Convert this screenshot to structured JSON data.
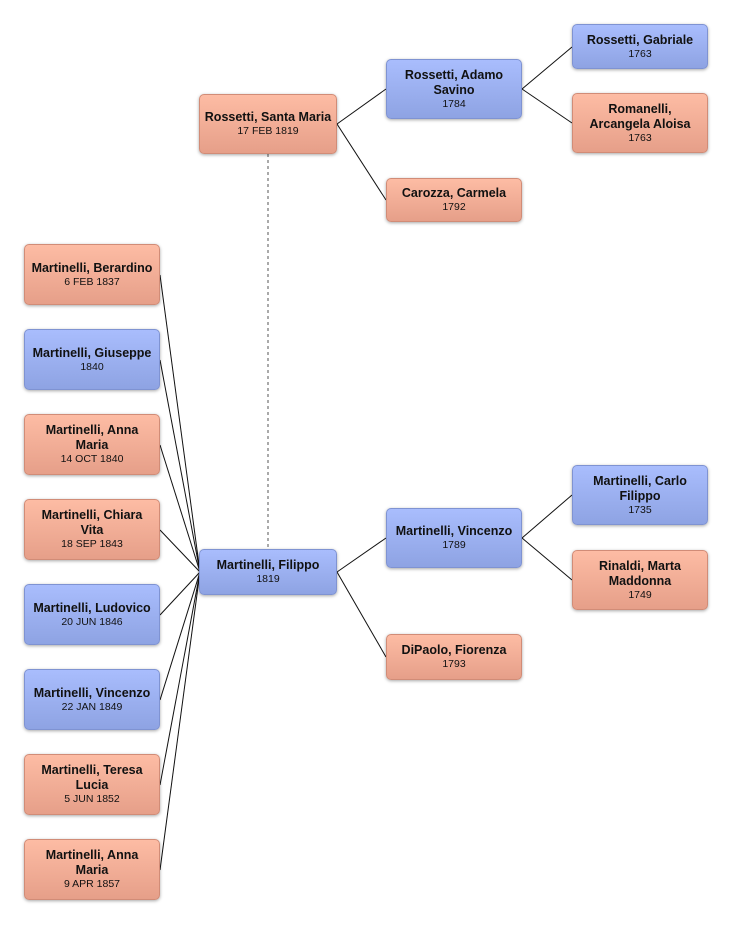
{
  "people": {
    "santa_maria": {
      "name": "Rossetti, Santa Maria",
      "date": "17 FEB 1819",
      "sex": "female"
    },
    "adamo": {
      "name": "Rossetti, Adamo Savino",
      "date": "1784",
      "sex": "male"
    },
    "carmela": {
      "name": "Carozza, Carmela",
      "date": "1792",
      "sex": "female"
    },
    "gabriale": {
      "name": "Rossetti, Gabriale",
      "date": "1763",
      "sex": "male"
    },
    "arcangela": {
      "name": "Romanelli, Arcangela Aloisa",
      "date": "1763",
      "sex": "female"
    },
    "filippo": {
      "name": "Martinelli, Filippo",
      "date": "1819",
      "sex": "male"
    },
    "vincenzo_p": {
      "name": "Martinelli, Vincenzo",
      "date": "1789",
      "sex": "male"
    },
    "fiorenza": {
      "name": "DiPaolo, Fiorenza",
      "date": "1793",
      "sex": "female"
    },
    "carlo": {
      "name": "Martinelli, Carlo Filippo",
      "date": "1735",
      "sex": "male"
    },
    "marta": {
      "name": "Rinaldi, Marta Maddonna",
      "date": "1749",
      "sex": "female"
    },
    "berardino": {
      "name": "Martinelli, Berardino",
      "date": "6 FEB 1837",
      "sex": "female"
    },
    "giuseppe": {
      "name": "Martinelli, Giuseppe",
      "date": "1840",
      "sex": "male"
    },
    "anna_maria_1": {
      "name": "Martinelli, Anna Maria",
      "date": "14 OCT 1840",
      "sex": "female"
    },
    "chiara": {
      "name": "Martinelli, Chiara Vita",
      "date": "18 SEP 1843",
      "sex": "female"
    },
    "ludovico": {
      "name": "Martinelli, Ludovico",
      "date": "20 JUN 1846",
      "sex": "male"
    },
    "vincenzo_c": {
      "name": "Martinelli, Vincenzo",
      "date": "22 JAN 1849",
      "sex": "male"
    },
    "teresa": {
      "name": "Martinelli, Teresa Lucia",
      "date": "5 JUN 1852",
      "sex": "female"
    },
    "anna_maria_2": {
      "name": "Martinelli, Anna Maria",
      "date": "9 APR 1857",
      "sex": "female"
    }
  },
  "colors": {
    "male": "#9bb0f0",
    "female": "#f4ad96",
    "line": "#111111"
  }
}
